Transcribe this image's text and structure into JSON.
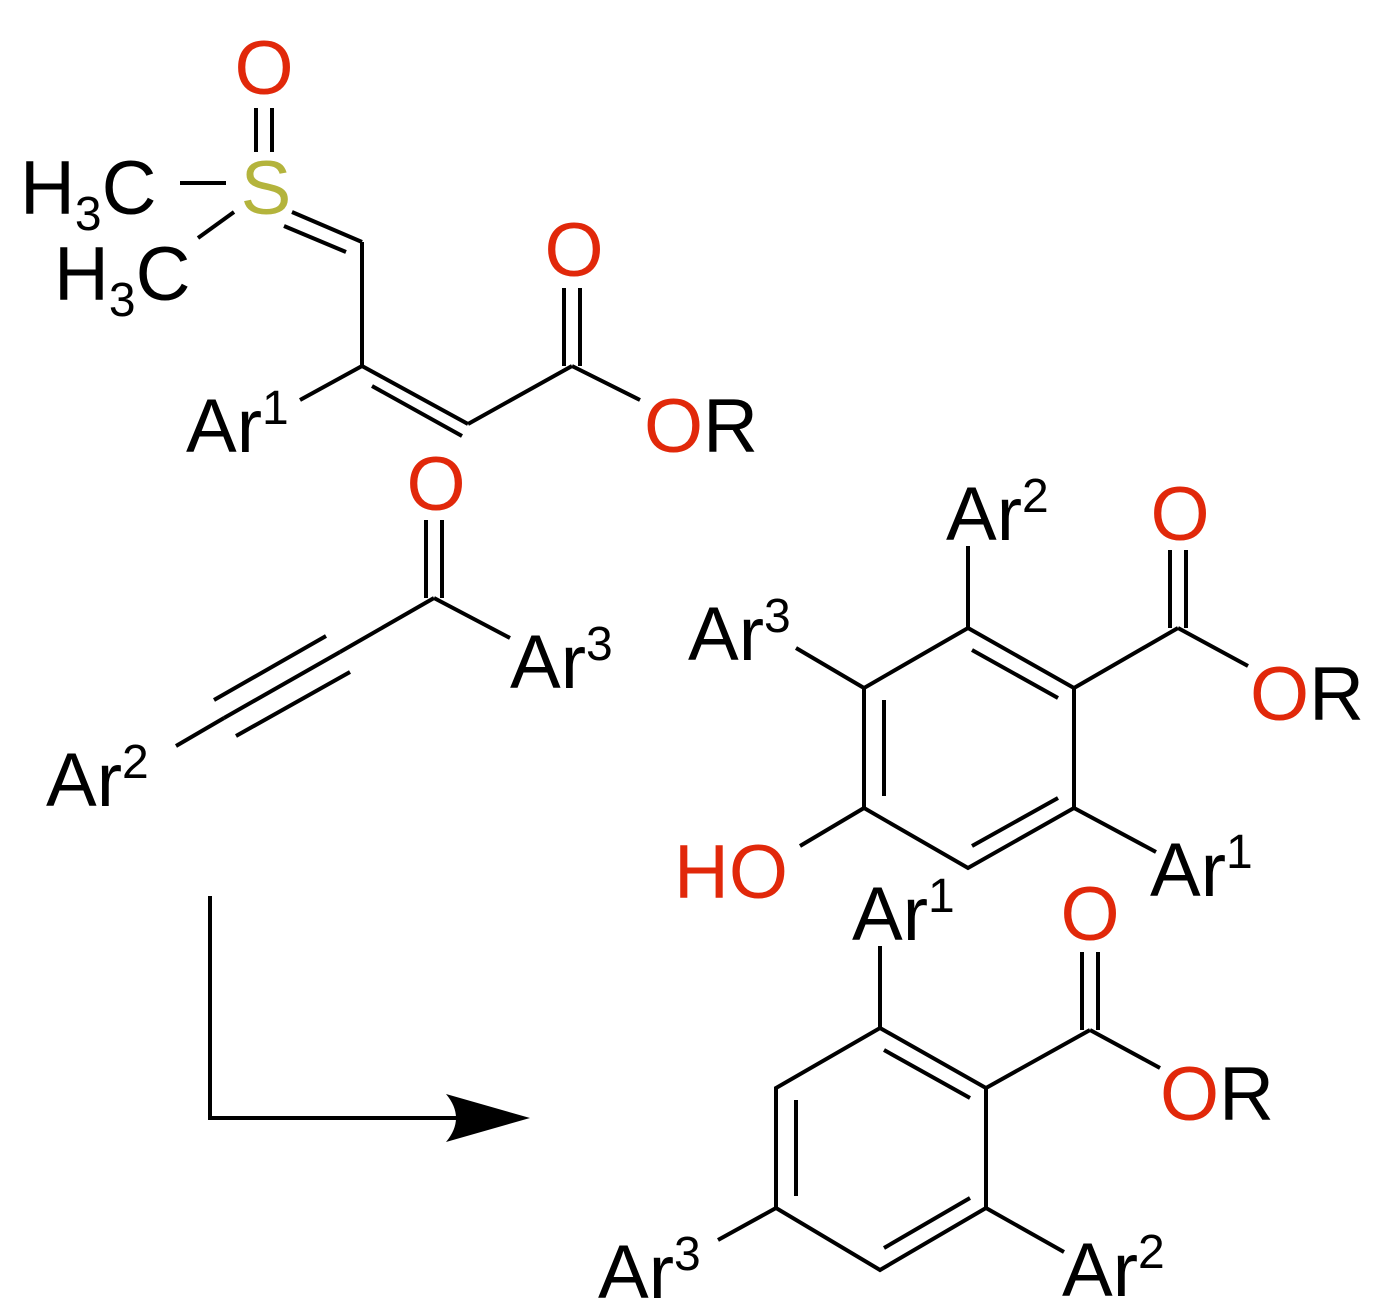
{
  "colors": {
    "bond": "#000000",
    "carbon": "#000000",
    "oxygen": "#e1280a",
    "sulfur": "#b4b43c"
  },
  "diagram": {
    "type": "reaction-scheme",
    "reactant_1": {
      "name": "sulfoxonium ylide",
      "labels": {
        "oxo_O": "O",
        "S": "S",
        "methyl_1": {
          "main": "H",
          "sub": "3",
          "tail": "C"
        },
        "methyl_2": {
          "main": "H",
          "sub": "3",
          "tail": "C"
        },
        "ester_O": "O",
        "ester_OR": {
          "o": "O",
          "r": "R"
        },
        "aryl": {
          "main": "Ar",
          "sup": "1"
        }
      }
    },
    "reactant_2": {
      "name": "ynone",
      "labels": {
        "carbonyl_O": "O",
        "aryl_ketone": {
          "main": "Ar",
          "sup": "3"
        },
        "aryl_alkyne": {
          "main": "Ar",
          "sup": "2"
        }
      }
    },
    "product_1": {
      "name": "phenol benzoate",
      "labels": {
        "aryl_top": {
          "main": "Ar",
          "sup": "2"
        },
        "aryl_left": {
          "main": "Ar",
          "sup": "3"
        },
        "hydroxyl": "HO",
        "aryl_right": {
          "main": "Ar",
          "sup": "1"
        },
        "carbonyl_O": "O",
        "ester_OR": {
          "o": "O",
          "r": "R"
        }
      }
    },
    "product_2": {
      "name": "terphenyl benzoate",
      "labels": {
        "aryl_top": {
          "main": "Ar",
          "sup": "1"
        },
        "carbonyl_O": "O",
        "ester_OR": {
          "o": "O",
          "r": "R"
        },
        "aryl_left": {
          "main": "Ar",
          "sup": "3"
        },
        "aryl_right": {
          "main": "Ar",
          "sup": "2"
        }
      }
    },
    "arrow": {
      "icon": "reaction-arrow-icon"
    }
  }
}
